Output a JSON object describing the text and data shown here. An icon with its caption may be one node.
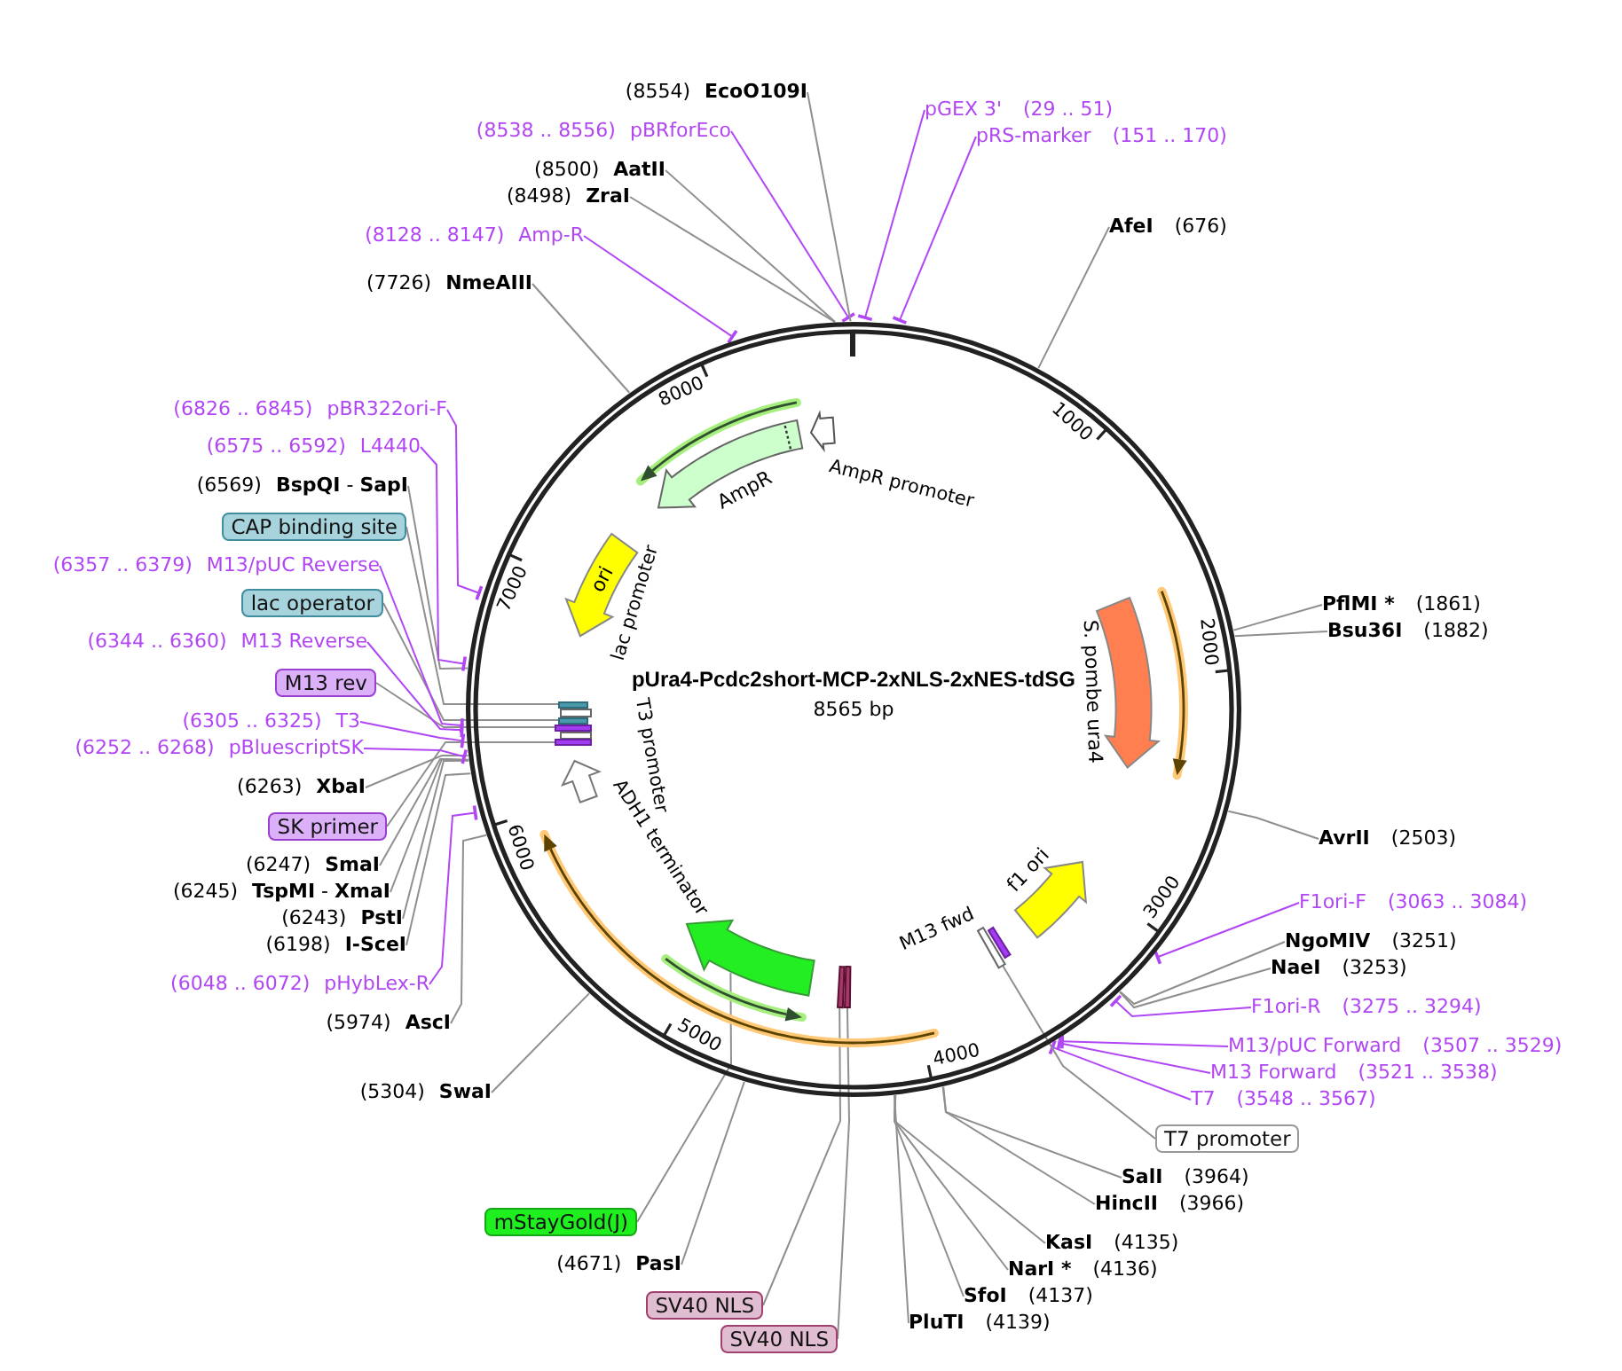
{
  "diagram": {
    "nodes": [
      {
        "text": [
          "pUra4-Pcdc2short-MCP-2xNLS-2xNES-tdSG",
          "8565 bp"
        ]
      },
      {
        "text": [
          "AmpR promoter"
        ],
        "in": 0
      },
      {
        "text": [
          "AmpR"
        ],
        "in": 0
      },
      {
        "text": [
          "ori"
        ],
        "in": 0
      },
      {
        "text": [
          "lac promoter"
        ],
        "in": 0
      },
      {
        "text": [
          "S. pombe ura4"
        ],
        "in": 0
      },
      {
        "text": [],
        "shape": "bar",
        "in": 0
      },
      {
        "text": [],
        "shape": "bar",
        "in": 0
      },
      {
        "text": [],
        "shape": "bar",
        "in": 0
      },
      {
        "text": [
          "T3 promoter"
        ],
        "in": 0
      },
      {
        "text": [],
        "shape": "bar",
        "in": 0
      },
      {
        "text": [
          "ADH1 terminator"
        ],
        "in": 0
      },
      {
        "text": [
          "f1 ori"
        ],
        "in": 0
      },
      {
        "text": [
          "M13 fwd"
        ],
        "in": 0
      },
      {
        "text": [],
        "shape": "bar",
        "in": 0
      },
      {
        "text": [],
        "shape": "arrow",
        "in": 0
      },
      {
        "text": [],
        "shape": "bar",
        "in": 0
      },
      {
        "text": [],
        "shape": "bar",
        "in": 0
      },
      {
        "text": [
          "pGEX 3'",
          "(29 .. 51)"
        ]
      },
      {
        "text": [
          "pRS-marker",
          "(151 .. 170)"
        ]
      },
      {
        "text": [
          "AfeI",
          "(676)"
        ]
      },
      {
        "text": [
          "PflMI *",
          "(1861)"
        ]
      },
      {
        "text": [
          "Bsu36I",
          "(1882)"
        ]
      },
      {
        "text": [
          "AvrII",
          "(2503)"
        ]
      },
      {
        "text": [
          "F1ori-F",
          "(3063 .. 3084)"
        ]
      },
      {
        "text": [
          "NgoMIV",
          "(3251)"
        ]
      },
      {
        "text": [
          "NaeI",
          "(3253)"
        ]
      },
      {
        "text": [
          "F1ori-R",
          "(3275 .. 3294)"
        ]
      },
      {
        "text": [
          "M13/pUC Forward",
          "(3507 .. 3529)"
        ]
      },
      {
        "text": [
          "M13 Forward",
          "(3521 .. 3538)"
        ]
      },
      {
        "text": [
          "T7",
          "(3548 .. 3567)"
        ]
      },
      {
        "text": [
          "T7 promoter"
        ]
      },
      {
        "text": [
          "SalI",
          "(3964)"
        ]
      },
      {
        "text": [
          "HincII",
          "(3966)"
        ]
      },
      {
        "text": [
          "KasI",
          "(4135)"
        ]
      },
      {
        "text": [
          "NarI *",
          "(4136)"
        ]
      },
      {
        "text": [
          "SfoI",
          "(4137)"
        ]
      },
      {
        "text": [
          "PluTI",
          "(4139)"
        ]
      },
      {
        "text": [
          "SV40 NLS"
        ]
      },
      {
        "text": [
          "SV40 NLS"
        ]
      },
      {
        "text": [
          "(4671)",
          "PasI"
        ]
      },
      {
        "text": [
          "mStayGold(J)"
        ]
      },
      {
        "text": [
          "(5304)",
          "SwaI"
        ]
      },
      {
        "text": [
          "(5974)",
          "AscI"
        ]
      },
      {
        "text": [
          "(6048 .. 6072)",
          "pHybLex-R"
        ]
      },
      {
        "text": [
          "(6198)",
          "I-SceI"
        ]
      },
      {
        "text": [
          "(6243)",
          "PstI"
        ]
      },
      {
        "text": [
          "(6245)",
          "**TspMI** - **XmaI**"
        ]
      },
      {
        "text": [
          "(6247)",
          "SmaI"
        ]
      },
      {
        "text": [
          "SK primer"
        ]
      },
      {
        "text": [
          "(6263)",
          "XbaI"
        ]
      },
      {
        "text": [
          "(6252 .. 6268)",
          "pBluescriptSK"
        ]
      },
      {
        "text": [
          "(6305 .. 6325)",
          "T3"
        ]
      },
      {
        "text": [
          "M13 rev"
        ]
      },
      {
        "text": [
          "(6344 .. 6360)",
          "M13 Reverse"
        ]
      },
      {
        "text": [
          "lac operator"
        ]
      },
      {
        "text": [
          "(6357 .. 6379)",
          "M13/pUC Reverse"
        ]
      },
      {
        "text": [
          "CAP binding site"
        ]
      },
      {
        "text": [
          "(6569)",
          "**BspQI** - **SapI**"
        ]
      },
      {
        "text": [
          "(6575 .. 6592)",
          "L4440"
        ]
      },
      {
        "text": [
          "(6826 .. 6845)",
          "pBR322ori-F"
        ]
      },
      {
        "text": [
          "(7726)",
          "NmeAIII"
        ]
      },
      {
        "text": [
          "(8128 .. 8147)",
          "Amp-R"
        ]
      },
      {
        "text": [
          "(8498)",
          "ZraI"
        ]
      },
      {
        "text": [
          "(8500)",
          "AatII"
        ]
      },
      {
        "text": [
          "(8538 .. 8556)",
          "pBRforEco"
        ]
      },
      {
        "text": [
          "(8554)",
          "EcoO109I"
        ]
      }
    ],
    "edges": [
      {
        "from": 18,
        "to": 0,
        "arrow": "other",
        "color": "#b146f5"
      },
      {
        "from": 19,
        "to": 0,
        "arrow": "other",
        "color": "#b146f5"
      },
      {
        "from": 20,
        "to": 0,
        "arrow": "none"
      },
      {
        "from": 21,
        "to": 0,
        "arrow": "none"
      },
      {
        "from": 22,
        "to": 0,
        "arrow": "none"
      },
      {
        "from": 23,
        "to": 0,
        "arrow": "none"
      },
      {
        "from": 24,
        "to": 0,
        "arrow": "other",
        "color": "#b146f5"
      },
      {
        "from": 25,
        "to": 0,
        "arrow": "none"
      },
      {
        "from": 26,
        "to": 0,
        "arrow": "none"
      },
      {
        "from": 27,
        "to": 0,
        "arrow": "other",
        "color": "#b146f5"
      },
      {
        "from": 28,
        "to": 0,
        "arrow": "other",
        "color": "#b146f5"
      },
      {
        "from": 29,
        "to": 0,
        "arrow": "other",
        "color": "#b146f5"
      },
      {
        "from": 30,
        "to": 0,
        "arrow": "other",
        "color": "#b146f5"
      },
      {
        "from": 31,
        "to": 14,
        "arrow": "none"
      },
      {
        "from": 32,
        "to": 0,
        "arrow": "none"
      },
      {
        "from": 33,
        "to": 0,
        "arrow": "none"
      },
      {
        "from": 34,
        "to": 0,
        "arrow": "none"
      },
      {
        "from": 35,
        "to": 0,
        "arrow": "none"
      },
      {
        "from": 36,
        "to": 0,
        "arrow": "none"
      },
      {
        "from": 37,
        "to": 0,
        "arrow": "none"
      },
      {
        "from": 38,
        "to": 17,
        "arrow": "none"
      },
      {
        "from": 39,
        "to": 16,
        "arrow": "none"
      },
      {
        "from": 40,
        "to": 0,
        "arrow": "none"
      },
      {
        "from": 41,
        "to": 15,
        "arrow": "none"
      },
      {
        "from": 42,
        "to": 0,
        "arrow": "none"
      },
      {
        "from": 43,
        "to": 0,
        "arrow": "none"
      },
      {
        "from": 44,
        "to": 0,
        "arrow": "other",
        "color": "#b146f5"
      },
      {
        "from": 45,
        "to": 0,
        "arrow": "none"
      },
      {
        "from": 46,
        "to": 0,
        "arrow": "none"
      },
      {
        "from": 47,
        "to": 0,
        "arrow": "none"
      },
      {
        "from": 48,
        "to": 0,
        "arrow": "none"
      },
      {
        "from": 49,
        "to": 10,
        "arrow": "none"
      },
      {
        "from": 50,
        "to": 0,
        "arrow": "none"
      },
      {
        "from": 51,
        "to": 0,
        "arrow": "other",
        "color": "#b146f5"
      },
      {
        "from": 52,
        "to": 0,
        "arrow": "other",
        "color": "#b146f5"
      },
      {
        "from": 53,
        "to": 8,
        "arrow": "none"
      },
      {
        "from": 54,
        "to": 0,
        "arrow": "other",
        "color": "#b146f5"
      },
      {
        "from": 55,
        "to": 7,
        "arrow": "none"
      },
      {
        "from": 56,
        "to": 0,
        "arrow": "other",
        "color": "#b146f5"
      },
      {
        "from": 57,
        "to": 6,
        "arrow": "none"
      },
      {
        "from": 58,
        "to": 0,
        "arrow": "none"
      },
      {
        "from": 59,
        "to": 0,
        "arrow": "other",
        "color": "#b146f5"
      },
      {
        "from": 60,
        "to": 0,
        "arrow": "other",
        "color": "#b146f5"
      },
      {
        "from": 61,
        "to": 0,
        "arrow": "none"
      },
      {
        "from": 62,
        "to": 0,
        "arrow": "other",
        "color": "#b146f5"
      },
      {
        "from": 63,
        "to": 0,
        "arrow": "none"
      },
      {
        "from": 64,
        "to": 0,
        "arrow": "none"
      },
      {
        "from": 65,
        "to": 0,
        "arrow": "other",
        "color": "#b146f5"
      },
      {
        "from": 66,
        "to": 0,
        "arrow": "none"
      }
    ],
    "labels": [
      "1000",
      "2000",
      "3000",
      "4000",
      "5000",
      "6000",
      "7000",
      "8000"
    ]
  }
}
